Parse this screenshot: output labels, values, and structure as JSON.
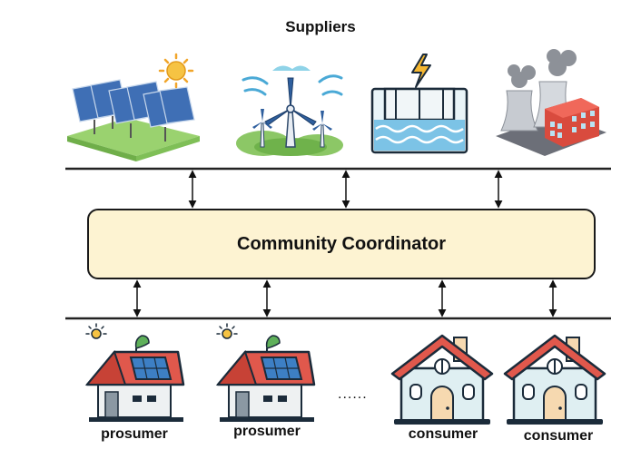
{
  "title": "Suppliers",
  "coordinator": {
    "label": "Community Coordinator"
  },
  "suppliers": [
    {
      "icon": "solar-panel-farm-icon"
    },
    {
      "icon": "wind-turbine-icon"
    },
    {
      "icon": "hydro-dam-icon"
    },
    {
      "icon": "power-plant-icon"
    }
  ],
  "members": [
    {
      "label": "prosumer",
      "icon": "solar-house-icon"
    },
    {
      "label": "prosumer",
      "icon": "solar-house-icon"
    },
    {
      "label": "consumer",
      "icon": "house-icon"
    },
    {
      "label": "consumer",
      "icon": "house-icon"
    }
  ],
  "ellipsis": "......",
  "colors": {
    "coordinator_fill": "#fdf3d2",
    "roof_red": "#e0584c",
    "house_wall": "#dfeff2",
    "panel_blue": "#3d7fc4"
  }
}
